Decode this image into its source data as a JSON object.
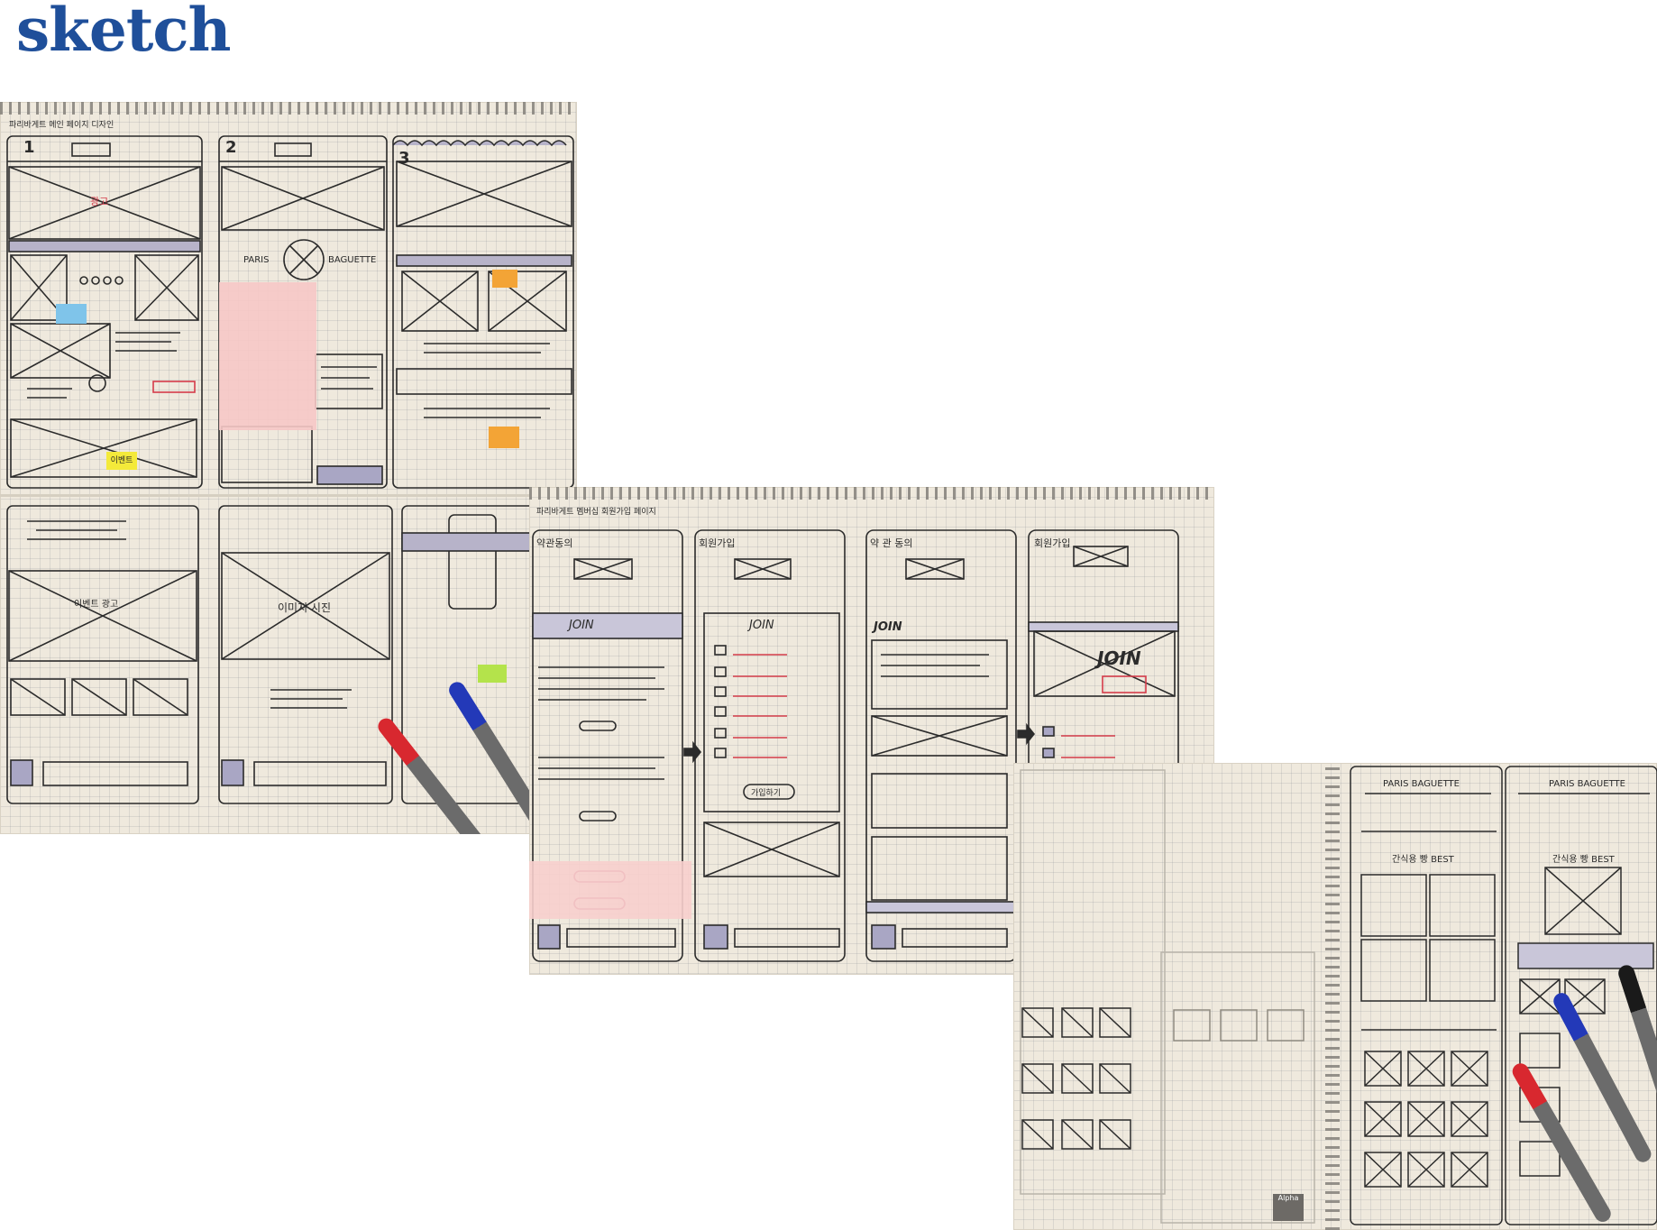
{
  "page": {
    "title": "sketch"
  },
  "photos": [
    {
      "name": "sketch-photo-home",
      "labels": {
        "header_note": "파리바게트 메인 페이지 디자인",
        "frame_1": "1",
        "frame_2": "2",
        "frame_3": "3",
        "paris": "PARIS",
        "baguette": "BAGUETTE",
        "ad": "광고",
        "event_ad": "이벤트 광고",
        "image_slide": "이미지 시진"
      },
      "sticky_notes": [
        {
          "name": "sticky-note-blue",
          "color": "#7fc4ea",
          "text": ""
        },
        {
          "name": "sticky-note-yellow",
          "color": "#f4ea3a",
          "text": "이벤트"
        },
        {
          "name": "sticky-note-orange-1",
          "color": "#f3a436",
          "text": ""
        },
        {
          "name": "sticky-note-orange-2",
          "color": "#f3a436",
          "text": ""
        },
        {
          "name": "sticky-note-green",
          "color": "#b4e34b",
          "text": ""
        },
        {
          "name": "sticky-note-pink",
          "color": "#f6c8c7",
          "text": ""
        }
      ]
    },
    {
      "name": "sketch-photo-join",
      "labels": {
        "header_note": "파리바게트 멤버십 회원가입 페이지",
        "step_1": "약관동의",
        "step_2": "회원가입",
        "step_3": "약 관 동의",
        "step_4": "회원가입",
        "join_1": "JOIN",
        "join_2": "JOIN",
        "join_3": "JOIN",
        "join_4": "JOIN",
        "signup_button": "가입하기"
      },
      "sticky_notes": [
        {
          "name": "sticky-note-pink",
          "color": "#f7cfcd",
          "text": ""
        }
      ]
    },
    {
      "name": "sketch-photo-product",
      "labels": {
        "brand_left": "PARIS BAGUETTE",
        "brand_right": "PARIS BAGUETTE",
        "best_left": "간식용 빵 BEST",
        "best_right": "간식용 빵 BEST"
      },
      "sticky_notes": [],
      "logo_text": "Alpha"
    }
  ],
  "colors": {
    "title": "#1f4f9a",
    "paper": "#efe9dd",
    "ink": "#2b2b2b",
    "red_ink": "#d43c4a",
    "pen_red": "#d8282f",
    "pen_blue": "#2339b8",
    "pen_black": "#1a1a1a",
    "pen_grey": "#6b6b6b"
  }
}
